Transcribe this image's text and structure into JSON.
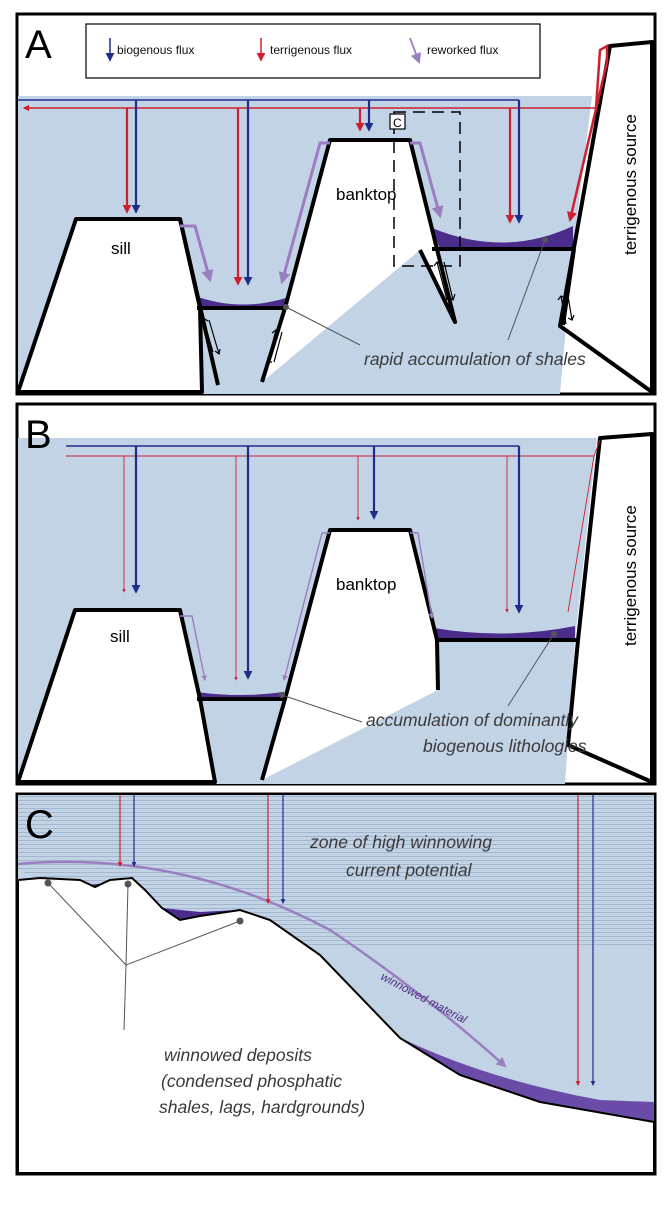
{
  "panels": {
    "a": {
      "letter": "A",
      "labels": {
        "sill": "sill",
        "banktop": "banktop",
        "source": "terrigenous source",
        "inset_box": "C",
        "note": "rapid accumulation of shales"
      }
    },
    "b": {
      "letter": "B",
      "labels": {
        "sill": "sill",
        "banktop": "banktop",
        "source": "terrigenous source",
        "note_line1": "accumulation of dominantly",
        "note_line2": "biogenous lithologies"
      }
    },
    "c": {
      "letter": "C",
      "labels": {
        "zone_line1": "zone of high winnowing",
        "zone_line2": "current potential",
        "winnowed_material": "winnowed material",
        "deposits_line1": "winnowed deposits",
        "deposits_line2": "(condensed phosphatic",
        "deposits_line3": "shales, lags, hardgrounds)"
      }
    }
  },
  "legend": {
    "biogenous": "biogenous flux",
    "terrigenous": "terrigenous flux",
    "reworked": "reworked flux"
  },
  "colors": {
    "water": "#c3d3e6",
    "biogenous": "#1f2d8a",
    "terrigenous": "#cc2030",
    "reworked": "#9a7ec0",
    "shale": "#4b2c8c",
    "outline": "#000000"
  }
}
